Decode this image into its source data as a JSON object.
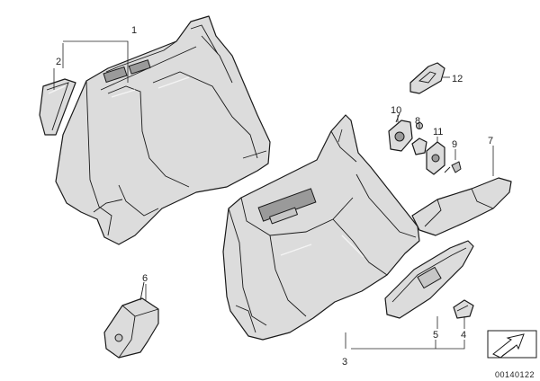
{
  "labels": {
    "l1": "1",
    "l2": "2",
    "l3": "3",
    "l4": "4",
    "l5": "5",
    "l6": "6",
    "l7": "7",
    "l8": "8",
    "l9": "9",
    "l10": "10",
    "l11": "11",
    "l12": "12"
  },
  "diagram_id": "00140122",
  "icons": {
    "orientation": "arrow-icon"
  }
}
